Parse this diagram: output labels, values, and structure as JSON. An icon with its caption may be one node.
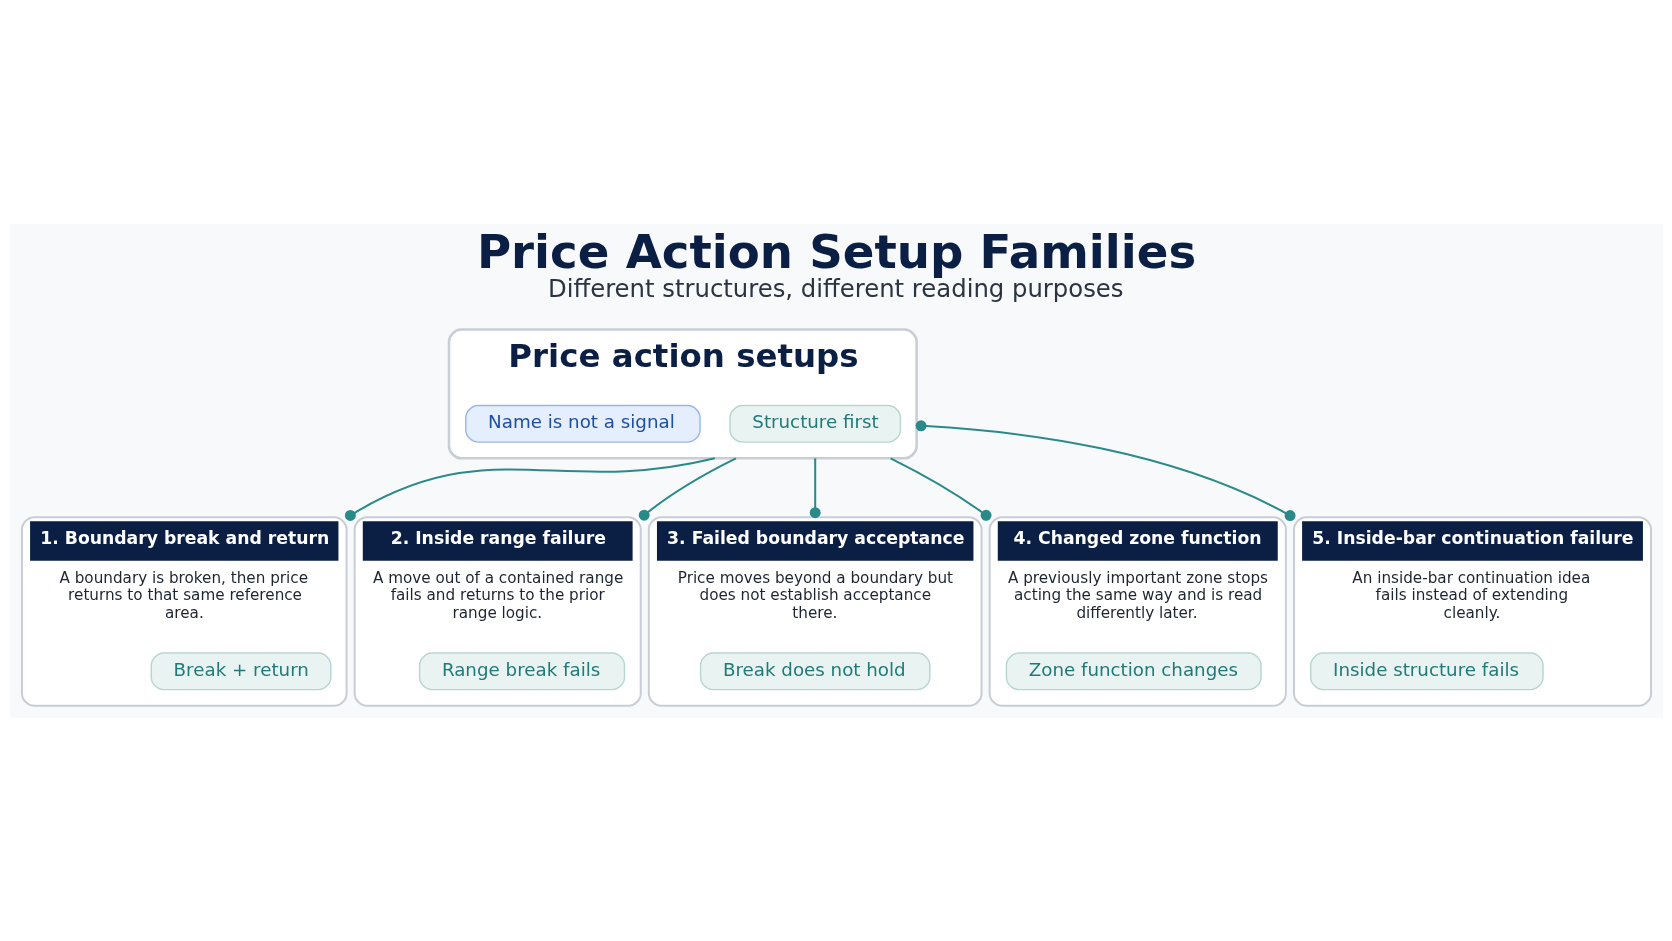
{
  "diagram": {
    "title": "Price Action Setup Families",
    "caption": "Different structures, different reading purposes",
    "nodes": [
      {
        "text": [
          "1. Boundary break and return",
          "A boundary is broken, then price returns to that same reference area."
        ]
      },
      {
        "text": [
          "Break + return"
        ],
        "in": 0
      },
      {
        "text": [
          "Price action setups"
        ]
      },
      {
        "text": [
          "Structure first"
        ],
        "in": 2
      },
      {
        "text": [
          "Name is not a signal"
        ],
        "in": 2
      },
      {
        "text": [
          "2. Inside range failure",
          "A move out of a contained range fails and returns to the prior range logic."
        ]
      },
      {
        "text": [
          "Range break fails"
        ],
        "in": 5
      },
      {
        "text": [
          "3. Failed boundary acceptance",
          "Price moves beyond a boundary but does not establish acceptance there."
        ]
      },
      {
        "text": [
          "Break does not hold"
        ],
        "in": 7
      },
      {
        "text": [
          "4. Changed zone function",
          "A previously important zone stops acting the same way and is read differently later."
        ]
      },
      {
        "text": [
          "Zone function changes"
        ],
        "in": 9
      },
      {
        "text": [
          "5. Inside-bar continuation failure",
          "An inside-bar continuation idea fails instead of extending cleanly."
        ]
      },
      {
        "text": [
          "Inside structure fails"
        ],
        "in": 11
      }
    ],
    "edges": [
      {
        "from": 2,
        "to": 0,
        "arrow": "other"
      },
      {
        "from": 2,
        "to": 5,
        "arrow": "other"
      },
      {
        "from": 2,
        "to": 7,
        "arrow": "other"
      },
      {
        "from": 2,
        "to": 9,
        "arrow": "other"
      },
      {
        "from": 2,
        "to": 11,
        "arrow": "other"
      }
    ]
  }
}
